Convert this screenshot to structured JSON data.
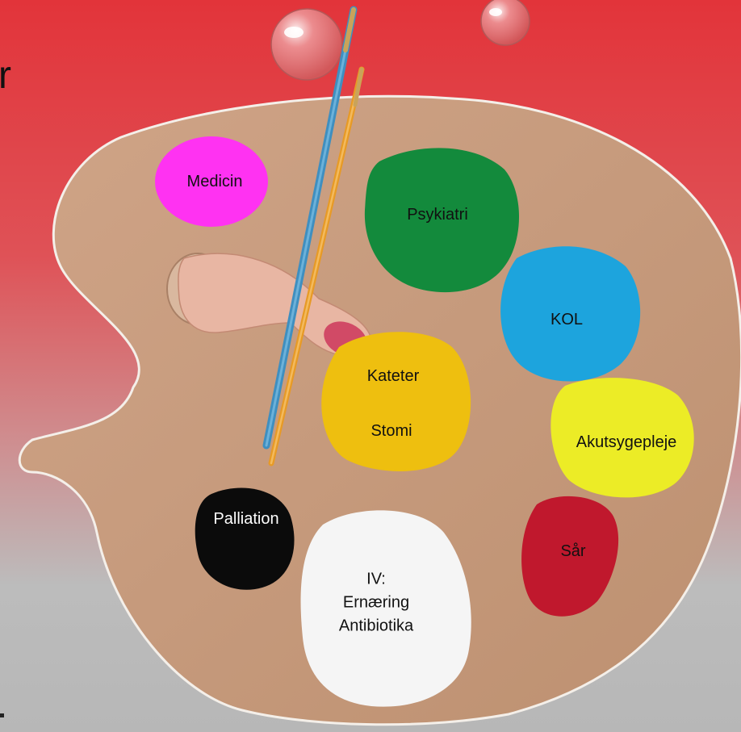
{
  "corner_text": "r",
  "paints": {
    "medicin": "Medicin",
    "psykiatri": "Psykiatri",
    "kol": "KOL",
    "kateter": "Kateter",
    "stomi": "Stomi",
    "akutsygepleje": "Akutsygepleje",
    "palliation": "Palliation",
    "iv_line1": "IV:",
    "iv_line2": "Ernæring",
    "iv_line3": "Antibiotika",
    "saar": "Sår"
  },
  "colors": {
    "medicin": "#ff32f2",
    "psykiatri": "#138a3c",
    "kol": "#1da4dd",
    "kateter": "#eebf0f",
    "akutsygepleje": "#ecec26",
    "palliation": "#0b0b0b",
    "iv": "#f5f5f5",
    "saar": "#c0182d",
    "palette_wood": "#c9a082"
  }
}
